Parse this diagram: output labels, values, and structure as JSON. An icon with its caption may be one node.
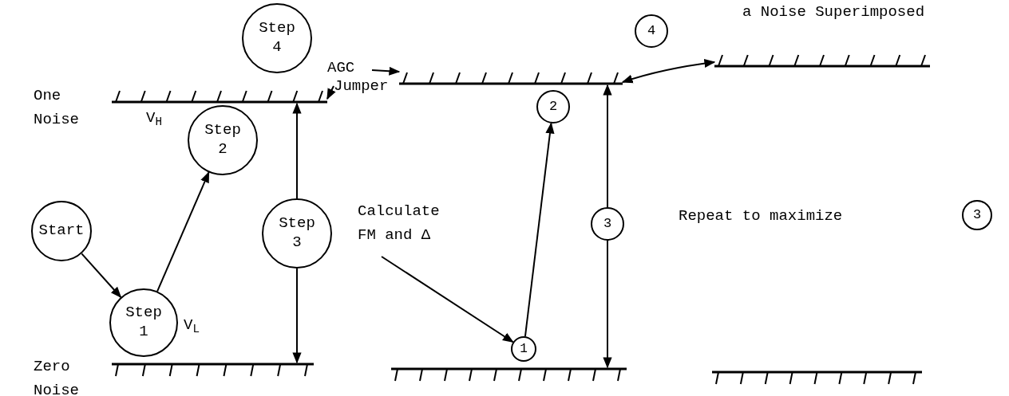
{
  "diagram": {
    "nodes": [
      {
        "text": [
          "Start"
        ]
      },
      {
        "text": [
          "Step 1"
        ]
      },
      {
        "text": [
          "Step 2"
        ]
      },
      {
        "text": [
          "Step 3"
        ]
      },
      {
        "text": [
          "Step 4"
        ]
      },
      {
        "text": [],
        "shape": "bar"
      },
      {
        "text": [],
        "shape": "bar"
      },
      {
        "text": [
          "AGC"
        ]
      },
      {
        "text": [
          "Jumper"
        ]
      },
      {
        "text": [],
        "shape": "bar"
      },
      {
        "text": [],
        "shape": "bar"
      },
      {
        "text": [],
        "shape": "bar"
      },
      {
        "text": [],
        "shape": "bar"
      },
      {
        "text": [
          "1"
        ]
      },
      {
        "text": [
          "2"
        ]
      },
      {
        "text": [
          "3"
        ]
      },
      {
        "text": [
          "4"
        ]
      },
      {
        "text": [
          "3"
        ]
      }
    ],
    "edges": [
      {
        "from": 0,
        "to": 1,
        "arrow": "to"
      },
      {
        "from": 1,
        "to": 2,
        "arrow": "to"
      },
      {
        "from": 3,
        "to": 5,
        "arrow": "to"
      },
      {
        "from": 3,
        "to": 6,
        "arrow": "to"
      },
      {
        "from": 7,
        "to": 9,
        "arrow": "to"
      },
      {
        "from": 8,
        "to": 5,
        "arrow": "to"
      },
      {
        "from": null,
        "to": 13,
        "arrow": "to"
      },
      {
        "from": 13,
        "to": 14,
        "arrow": "to"
      },
      {
        "from": 15,
        "to": 9,
        "arrow": "to"
      },
      {
        "from": 15,
        "to": 10,
        "arrow": "to"
      },
      {
        "from": 9,
        "to": 11,
        "arrow": "both"
      }
    ],
    "labels": [
      "a Noise Superimposed",
      "One Noise",
      "V$_{H}$",
      "V$_{L}$",
      "Zero Noise",
      "Calculate FM and Δ",
      "Repeat to maximize"
    ]
  }
}
